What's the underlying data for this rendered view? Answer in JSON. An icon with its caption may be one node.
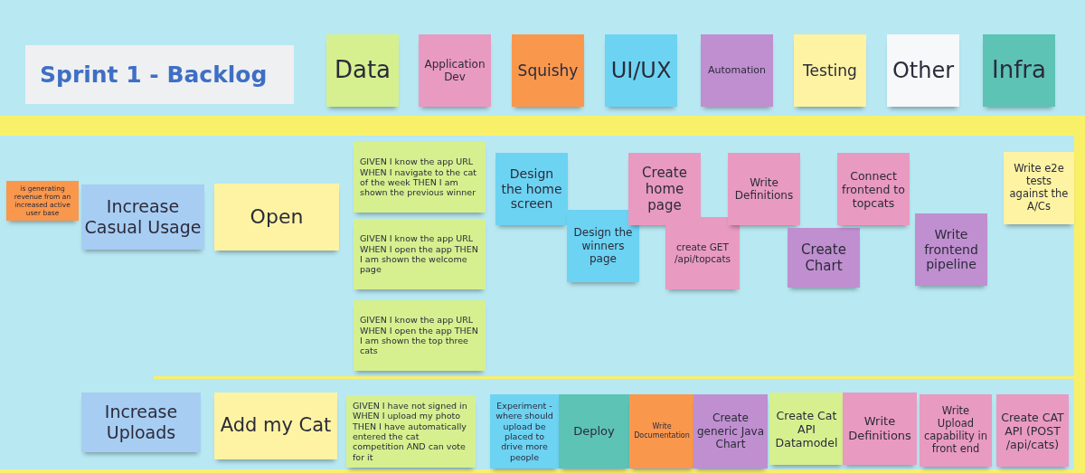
{
  "diagram": {
    "title": "Sprint 1 - Backlog",
    "nodes": [
      {
        "text": [
          "is generating revenue from an increased active user base"
        ]
      },
      {
        "text": [
          "Increase Casual Usage"
        ]
      },
      {
        "text": [
          "Open"
        ]
      },
      {
        "text": [
          "GIVEN I know the app URL WHEN I navigate to the cat of the week THEN I am shown the previous winner"
        ]
      },
      {
        "text": [
          "GIVEN I know the app URL WHEN I open the app THEN I am shown the welcome page"
        ]
      },
      {
        "text": [
          "GIVEN I know the app URL WHEN I open the app THEN I am shown the top three cats"
        ]
      },
      {
        "text": [
          "Design the home screen"
        ]
      },
      {
        "text": [
          "Design the winners page"
        ]
      },
      {
        "text": [
          "Create home page"
        ]
      },
      {
        "text": [
          "create GET /api/topcats"
        ]
      },
      {
        "text": [
          "Write Definitions"
        ]
      },
      {
        "text": [
          "Create Chart"
        ]
      },
      {
        "text": [
          "Connect frontend to topcats"
        ]
      },
      {
        "text": [
          "Write frontend pipeline"
        ]
      },
      {
        "text": [
          "Write e2e tests against the A/Cs"
        ]
      },
      {
        "text": [
          "Increase Uploads"
        ]
      },
      {
        "text": [
          "Add my Cat"
        ]
      },
      {
        "text": [
          "GIVEN I have not signed in WHEN I upload my photo THEN I have automatically entered the cat competition AND can vote for it"
        ]
      },
      {
        "text": [
          "Experiment - where should upload be placed to drive more people"
        ]
      },
      {
        "text": [
          "Deploy"
        ]
      },
      {
        "text": [
          "Write Documentation"
        ]
      },
      {
        "text": [
          "Create generic Java Chart"
        ]
      },
      {
        "text": [
          "Create Cat API Datamodel"
        ]
      },
      {
        "text": [
          "Write Definitions"
        ]
      },
      {
        "text": [
          "Write Upload capability in front end"
        ]
      },
      {
        "text": [
          "Create CAT API (POST /api/cats)"
        ]
      }
    ],
    "legend": [
      {
        "text": "Data",
        "color": "#d6f08f"
      },
      {
        "text": "Application Dev",
        "color": "#e99ac0"
      },
      {
        "text": "Squishy",
        "color": "#f9974d"
      },
      {
        "text": "UI/UX",
        "color": "#6dd3f2"
      },
      {
        "text": "Automation",
        "color": "#c08fd0"
      },
      {
        "text": "Testing",
        "color": "#fdf3a3"
      },
      {
        "text": "Other",
        "color": "#f6f8fa"
      },
      {
        "text": "Infra",
        "color": "#5dc3b5"
      }
    ]
  }
}
